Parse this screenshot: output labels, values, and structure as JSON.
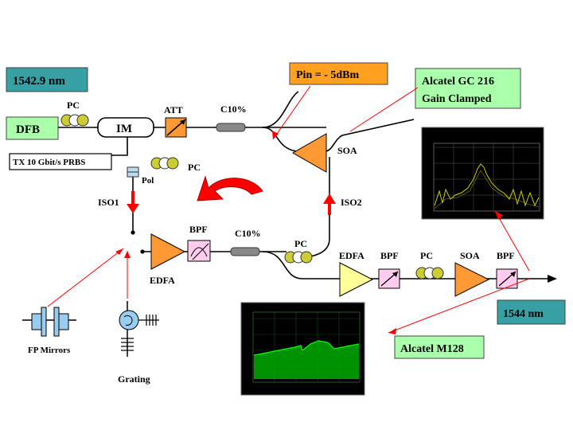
{
  "labels": {
    "wavelength_in": "1542.9 nm",
    "pin": "Pin = - 5dBm",
    "alcatel_gc_line1": "Alcatel GC 216",
    "alcatel_gc_line2": "Gain Clamped",
    "dfb": "DFB",
    "im": "IM",
    "tx": "TX 10 Gbit/s PRBS",
    "pc_top": "PC",
    "att": "ATT",
    "coupler_top": "C10%",
    "soa_loop": "SOA",
    "pc_pol": "PC",
    "pol": "Pol",
    "iso1": "ISO1",
    "iso2": "ISO2",
    "bpf_loop": "BPF",
    "coupler_bottom": "C10%",
    "pc_loop": "PC",
    "edfa_loop": "EDFA",
    "edfa_out": "EDFA",
    "bpf_out1": "BPF",
    "pc_out": "PC",
    "soa_out": "SOA",
    "bpf_out2": "BPF",
    "wavelength_out": "1544 nm",
    "alcatel_m128": "Alcatel M128",
    "fp_mirrors": "FP Mirrors",
    "grating": "Grating"
  },
  "colors": {
    "label_box_teal": "#36a0a4",
    "label_box_green": "#aaffaa",
    "label_box_orange": "#ffa020",
    "soa_orange": "#ff9933",
    "edfa_yellow": "#ffff99",
    "filter_pink": "#ffccee",
    "pc_yellow": "#cccc33",
    "arrow_red": "#ff0000",
    "scope_green": "#00dd00",
    "scope_yellow": "#cccc00"
  }
}
